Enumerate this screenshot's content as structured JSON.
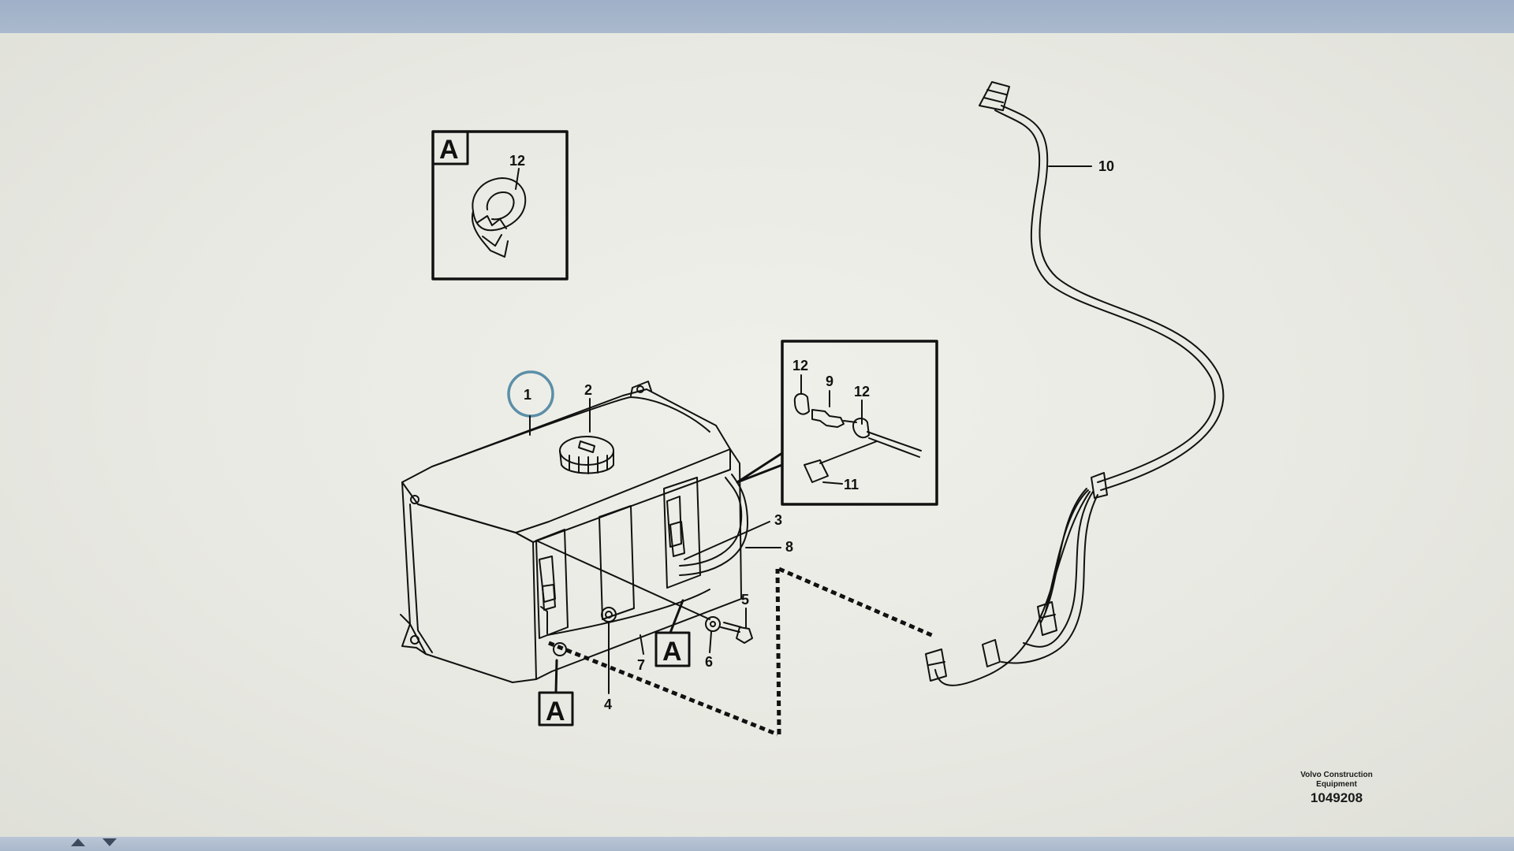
{
  "figure": {
    "credit_line1": "Volvo Construction",
    "credit_line2": "Equipment",
    "figure_number": "1049208",
    "callouts": {
      "c1": "1",
      "c2": "2",
      "c3": "3",
      "c4": "4",
      "c5": "5",
      "c6": "6",
      "c7": "7",
      "c8": "8",
      "c9": "9",
      "c10": "10",
      "c11": "11",
      "c12_inset_a": "12",
      "c12_left": "12",
      "c12_right": "12"
    },
    "detail_label": "A",
    "detail_ref_1": "A",
    "detail_ref_2": "A"
  },
  "colors": {
    "highlight_circle": "#5b8fa8",
    "line": "#111111"
  }
}
